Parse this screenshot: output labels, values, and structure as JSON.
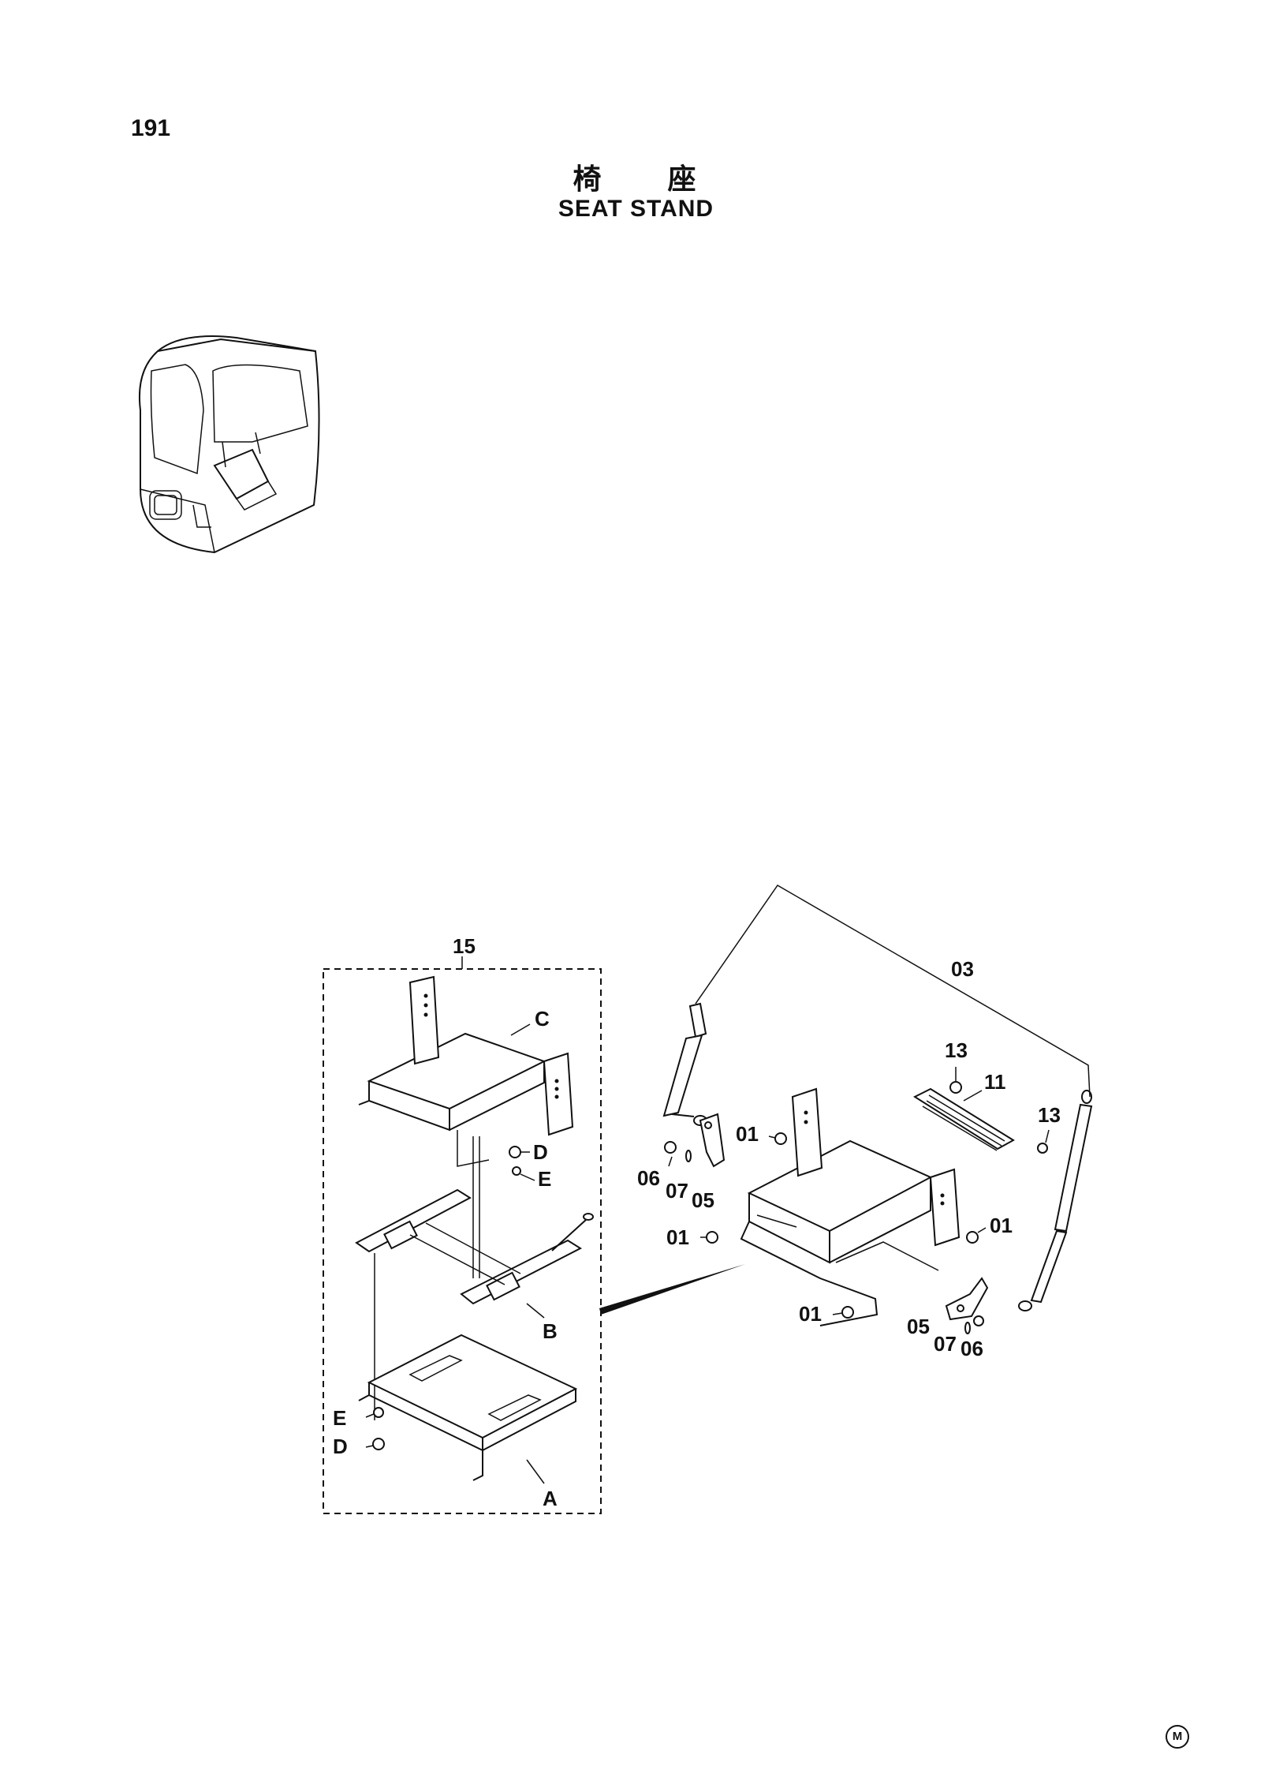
{
  "page": {
    "number": "191",
    "title_jp": "椅　　座",
    "title_en": "SEAT  STAND",
    "corner_mark": "M"
  },
  "callouts": {
    "assembly_group": "15",
    "seat_frame": "C",
    "slide_rail": "B",
    "base_plate": "A",
    "washer_upper": "D",
    "washer_upper_e": "E",
    "washer_lower_e": "E",
    "washer_lower_d": "D",
    "gas_spring": "03",
    "cover_plate": "11",
    "nut_left": "13",
    "nut_right": "13",
    "bolt_top": "01",
    "bolt_left_mid": "01",
    "bolt_right_mid": "01",
    "bolt_bottom": "01",
    "bracket_left": "05",
    "bracket_right": "05",
    "washer_left": "07",
    "washer_right": "07",
    "screw_left": "06",
    "screw_right": "06"
  }
}
